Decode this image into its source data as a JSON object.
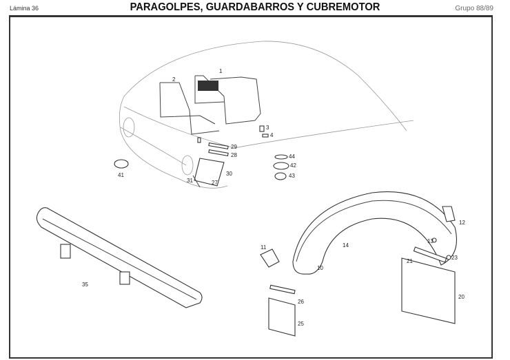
{
  "header": {
    "plate": "Lámina 36",
    "title": "PARAGOLPES, GUARDABARROS Y CUBREMOTOR",
    "group": "Grupo 88/89"
  },
  "callouts": [
    "1",
    "2",
    "3",
    "4",
    "29",
    "28",
    "44",
    "42",
    "43",
    "41",
    "31",
    "27",
    "30",
    "12",
    "11",
    "14",
    "13",
    "10",
    "21",
    "23",
    "20",
    "35",
    "26",
    "25"
  ]
}
